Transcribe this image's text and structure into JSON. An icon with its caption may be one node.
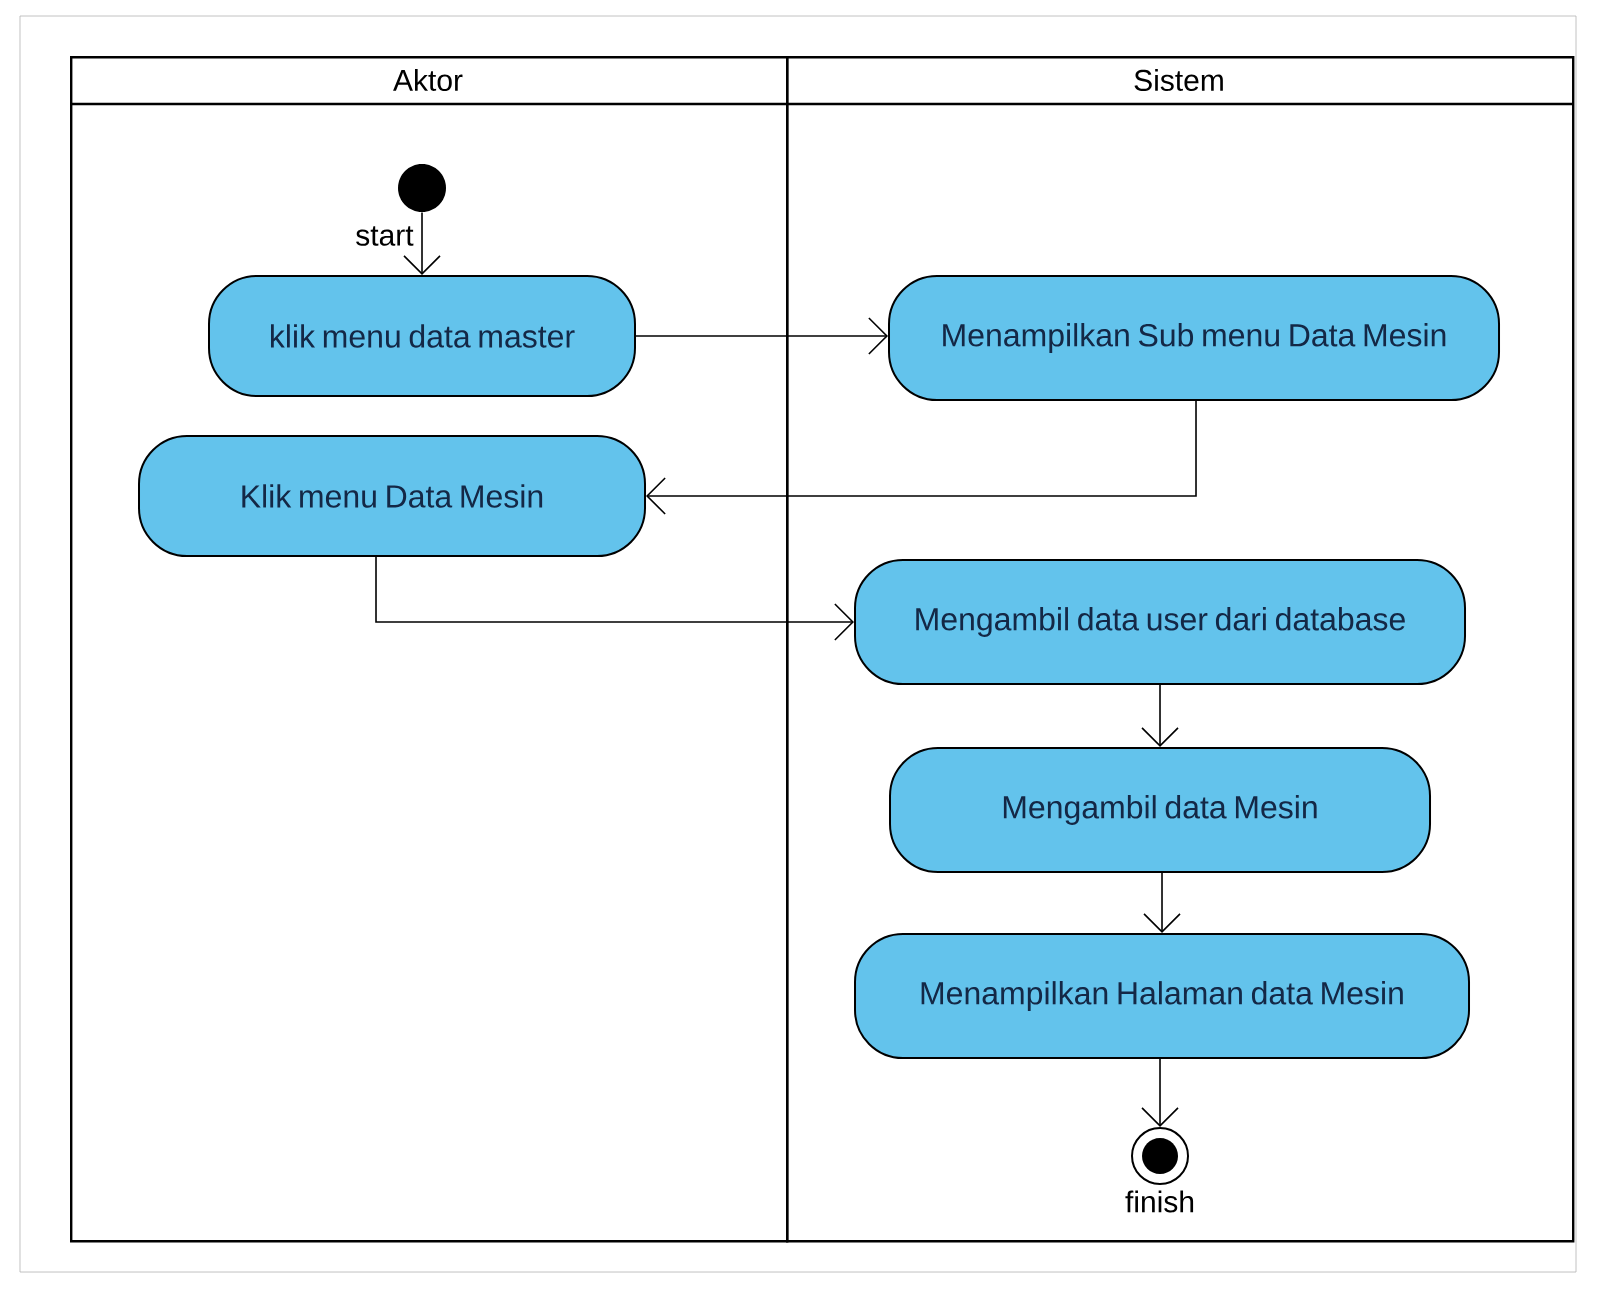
{
  "diagram": {
    "nodes": [
      {
        "text": [
          "Aktor"
        ]
      },
      {
        "text": [
          "Sistem"
        ]
      },
      {
        "text": [],
        "shape": "circle",
        "in": 0,
        "beside": [
          "start"
        ]
      },
      {
        "text": [
          "klik menu data master"
        ],
        "in": 0
      },
      {
        "text": [
          "Klik menu Data Mesin"
        ],
        "in": 0
      },
      {
        "text": [
          "Menampilkan Sub menu Data Mesin"
        ],
        "in": 1
      },
      {
        "text": [
          "Mengambil data user dari database"
        ],
        "in": 1
      },
      {
        "text": [
          "Mengambil data Mesin"
        ],
        "in": 1
      },
      {
        "text": [
          "Menampilkan Halaman data Mesin"
        ],
        "in": 1
      },
      {
        "text": [],
        "shape": "circle",
        "in": 1,
        "beside": [
          "finish"
        ]
      }
    ],
    "edges": [
      {
        "from": 2,
        "to": 3,
        "arrow": "to"
      },
      {
        "from": 3,
        "to": 5,
        "arrow": "to"
      },
      {
        "from": 5,
        "to": 4,
        "arrow": "to"
      },
      {
        "from": 4,
        "to": 6,
        "arrow": "to"
      },
      {
        "from": 6,
        "to": 7,
        "arrow": "to"
      },
      {
        "from": 7,
        "to": 8,
        "arrow": "to"
      },
      {
        "from": 8,
        "to": 9,
        "arrow": "to"
      }
    ]
  }
}
